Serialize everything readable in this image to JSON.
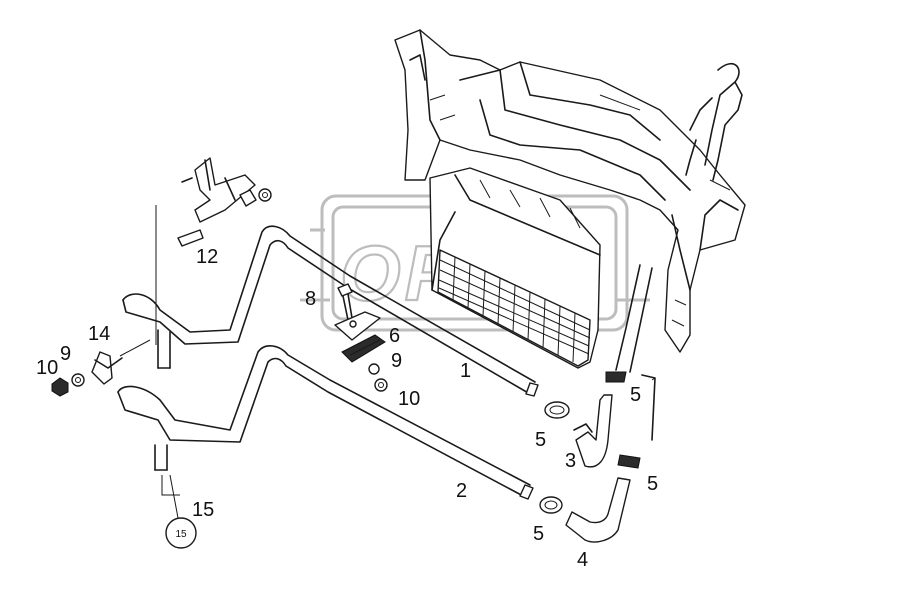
{
  "watermark": {
    "text": "OPEX"
  },
  "labels": {
    "p1": "1",
    "p2": "2",
    "p3": "3",
    "p4": "4",
    "p5a": "5",
    "p5b": "5",
    "p5c": "5",
    "p5d": "5",
    "p6": "6",
    "p8": "8",
    "p9a": "9",
    "p9b": "9",
    "p10a": "10",
    "p10b": "10",
    "p12": "12",
    "p14": "14",
    "p15": "15",
    "p15circle": "15"
  }
}
